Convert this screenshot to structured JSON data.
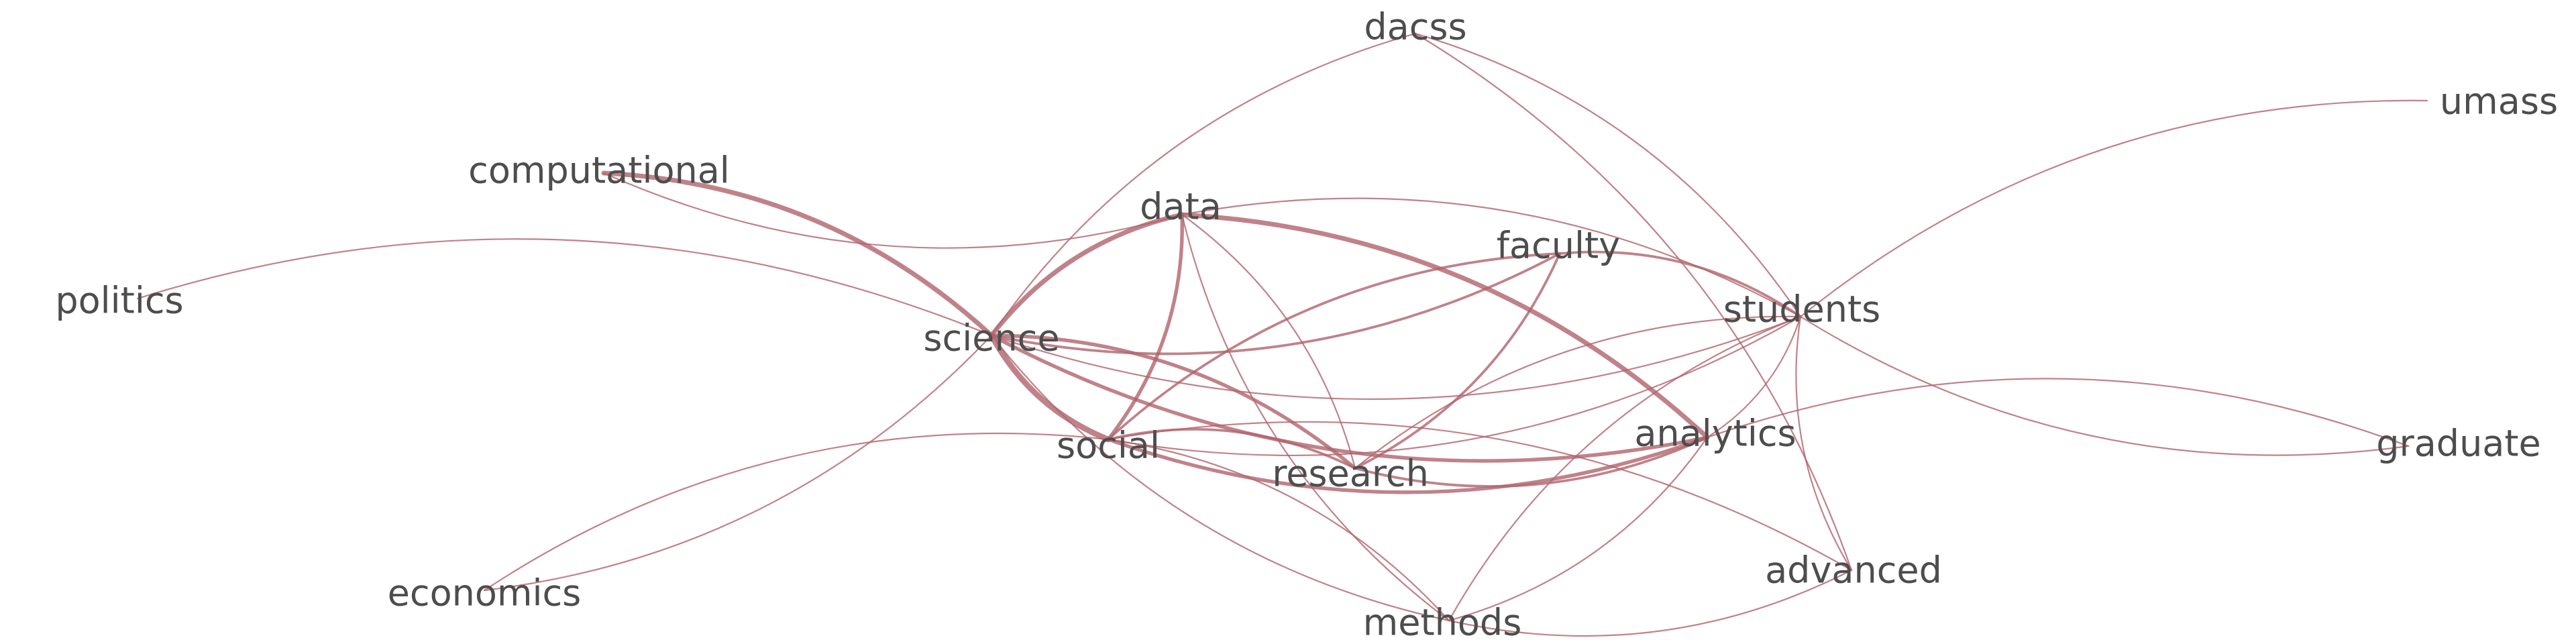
{
  "colors": {
    "background": "#ffffff",
    "edge": "#b0636d",
    "label": "#4d4d4d"
  },
  "nodes": [
    {
      "id": "dacss",
      "label": "dacss"
    },
    {
      "id": "umass",
      "label": "umass"
    },
    {
      "id": "computational",
      "label": "computational"
    },
    {
      "id": "data",
      "label": "data"
    },
    {
      "id": "faculty",
      "label": "faculty"
    },
    {
      "id": "politics",
      "label": "politics"
    },
    {
      "id": "students",
      "label": "students"
    },
    {
      "id": "science",
      "label": "science"
    },
    {
      "id": "social",
      "label": "social"
    },
    {
      "id": "analytics",
      "label": "analytics"
    },
    {
      "id": "graduate",
      "label": "graduate"
    },
    {
      "id": "research",
      "label": "research"
    },
    {
      "id": "economics",
      "label": "economics"
    },
    {
      "id": "advanced",
      "label": "advanced"
    },
    {
      "id": "methods",
      "label": "methods"
    }
  ],
  "edges": [
    {
      "source": "science",
      "target": "social",
      "weight": 5
    },
    {
      "source": "science",
      "target": "data",
      "weight": 4
    },
    {
      "source": "science",
      "target": "computational",
      "weight": 4
    },
    {
      "source": "data",
      "target": "analytics",
      "weight": 4
    },
    {
      "source": "science",
      "target": "analytics",
      "weight": 3
    },
    {
      "source": "science",
      "target": "research",
      "weight": 3
    },
    {
      "source": "social",
      "target": "analytics",
      "weight": 3
    },
    {
      "source": "data",
      "target": "social",
      "weight": 3
    },
    {
      "source": "science",
      "target": "faculty",
      "weight": 2
    },
    {
      "source": "social",
      "target": "faculty",
      "weight": 2
    },
    {
      "source": "research",
      "target": "faculty",
      "weight": 2
    },
    {
      "source": "social",
      "target": "research",
      "weight": 2
    },
    {
      "source": "research",
      "target": "analytics",
      "weight": 2
    },
    {
      "source": "faculty",
      "target": "students",
      "weight": 2
    },
    {
      "source": "science",
      "target": "students",
      "weight": 1
    },
    {
      "source": "data",
      "target": "students",
      "weight": 1
    },
    {
      "source": "social",
      "target": "students",
      "weight": 1
    },
    {
      "source": "research",
      "target": "students",
      "weight": 1
    },
    {
      "source": "analytics",
      "target": "students",
      "weight": 1
    },
    {
      "source": "dacss",
      "target": "students",
      "weight": 1
    },
    {
      "source": "dacss",
      "target": "science",
      "weight": 1
    },
    {
      "source": "dacss",
      "target": "advanced",
      "weight": 1
    },
    {
      "source": "umass",
      "target": "students",
      "weight": 1
    },
    {
      "source": "graduate",
      "target": "students",
      "weight": 1
    },
    {
      "source": "graduate",
      "target": "analytics",
      "weight": 1
    },
    {
      "source": "advanced",
      "target": "students",
      "weight": 1
    },
    {
      "source": "advanced",
      "target": "social",
      "weight": 1
    },
    {
      "source": "methods",
      "target": "students",
      "weight": 1
    },
    {
      "source": "methods",
      "target": "analytics",
      "weight": 1
    },
    {
      "source": "methods",
      "target": "science",
      "weight": 1
    },
    {
      "source": "methods",
      "target": "social",
      "weight": 1
    },
    {
      "source": "methods",
      "target": "data",
      "weight": 1
    },
    {
      "source": "methods",
      "target": "advanced",
      "weight": 1
    },
    {
      "source": "politics",
      "target": "science",
      "weight": 1
    },
    {
      "source": "economics",
      "target": "science",
      "weight": 1
    },
    {
      "source": "economics",
      "target": "social",
      "weight": 1
    },
    {
      "source": "computational",
      "target": "data",
      "weight": 1
    },
    {
      "source": "data",
      "target": "research",
      "weight": 1
    }
  ]
}
